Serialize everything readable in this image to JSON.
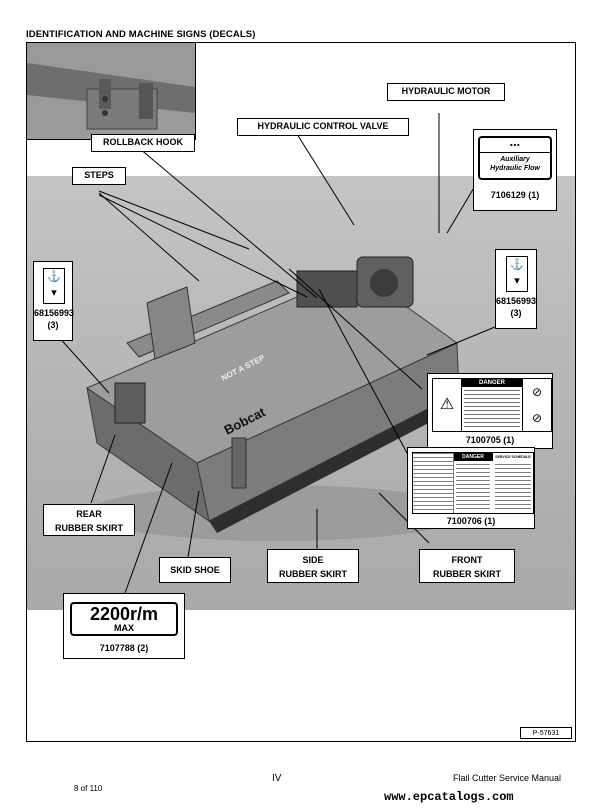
{
  "header": {
    "title": "IDENTIFICATION AND MACHINE SIGNS (DECALS)"
  },
  "callouts": {
    "rollback_hook": "ROLLBACK HOOK",
    "hydraulic_control_valve": "HYDRAULIC CONTROL VALVE",
    "hydraulic_motor": "HYDRAULIC MOTOR",
    "steps": "STEPS",
    "rear_rubber_skirt": [
      "REAR",
      "RUBBER SKIRT"
    ],
    "skid_shoe": "SKID SHOE",
    "side_rubber_skirt": [
      "SIDE",
      "RUBBER SKIRT"
    ],
    "front_rubber_skirt": [
      "FRONT",
      "RUBBER SKIRT"
    ]
  },
  "decals": {
    "auxiliary_flow": {
      "number": "7106129 (1)",
      "text": [
        "Auxiliary",
        "Hydraulic Flow"
      ]
    },
    "lift_left": {
      "number": [
        "68156993",
        "(3)"
      ]
    },
    "lift_right": {
      "number": [
        "68156993",
        "(3)"
      ]
    },
    "danger_large": {
      "number": "7100705 (1)",
      "heading": "DANGER"
    },
    "danger_instructions": {
      "number": "7100706 (1)",
      "heading": "DANGER",
      "schedule": "SERVICE SCHEDULE"
    },
    "rpm_max": {
      "number": "7107788 (2)",
      "value": "2200",
      "unit": "r/m",
      "max": "MAX"
    }
  },
  "machine": {
    "brand": "Bobcat",
    "step_warning": "NOT A STEP"
  },
  "figure": {
    "id": "P-57631"
  },
  "footer": {
    "page_of": "8 of 110",
    "section": "IV",
    "manual": "Flail Cutter Service Manual",
    "watermark": "www.epcatalogs.com"
  }
}
